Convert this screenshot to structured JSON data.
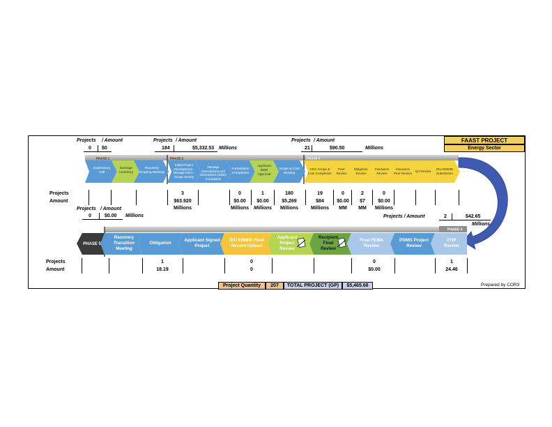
{
  "header": {
    "title": "FAAST PROJECT",
    "subtitle": "Energy Sector"
  },
  "top": {
    "g1": {
      "projects_label": "Projects",
      "amount_label": "/ Amount",
      "projects": "0",
      "amount": "$0"
    },
    "g2": {
      "projects_label": "Projects",
      "amount_label": "/ Amount",
      "projects": "184",
      "amount": "$5,332.53",
      "unit": "Millions"
    },
    "g3": {
      "projects_label": "Projects",
      "amount_label": "/ Amount",
      "projects": "21",
      "amount": "$90.50",
      "unit": "Millions"
    }
  },
  "phases": {
    "p1": "PHASE 1",
    "p2": "PHASE 2",
    "p3": "PHASE 3",
    "p4": "PHASE 4",
    "p5": "PHASE 5"
  },
  "row1_steps": {
    "s1": "Exploratory Call",
    "s2": "Damage Inventory",
    "s3": "Recovery Scoping Meeting",
    "s4": "Initial Project Development - Manage EEI's - Scope Survey",
    "s5": "Damage Descriptions and Dimensions (DDD) Completion",
    "s6": "Formulation Completion",
    "s7": "Applicant DDD Approval",
    "s8": "Scope & Cost Routing",
    "s9": "CRC Scope & Cost Completion",
    "s10": "Peer Review",
    "s11": "Mitigation Review",
    "s12": "Insurance Review",
    "s13": "Insurance Peer Review",
    "s14": "QA Review",
    "s15": "DIU EMMIE Submission"
  },
  "row1_labels": {
    "projects": "Projects",
    "amount": "Amount"
  },
  "row1_values": {
    "v1": {
      "projects": "3",
      "amount": "$63.920",
      "unit": "Millions"
    },
    "v2": {
      "projects": "0",
      "amount": "$0.00",
      "unit": "Millions"
    },
    "v3": {
      "projects": "1",
      "amount": "$0.00",
      "unit": "Millions"
    },
    "v4": {
      "projects": "180",
      "amount": "$5,269",
      "unit": "Millions"
    },
    "v5": {
      "projects": "19",
      "amount": "$84",
      "unit": "Millions"
    },
    "v6": {
      "projects": "0",
      "amount": "$0.00",
      "unit": "MM"
    },
    "v7": {
      "projects": "2",
      "amount": "$7",
      "unit": "MM"
    },
    "v8": {
      "projects": "0",
      "amount": "$0.00",
      "unit": "Millions"
    }
  },
  "mid": {
    "left": {
      "projects_label": "Projects",
      "amount_label": "/ Amount",
      "projects": "0",
      "amount": "$0.00",
      "unit": "Millions"
    },
    "right": {
      "label": "Projects / Amount",
      "projects": "2",
      "amount": "$42.65",
      "unit": "Millions"
    }
  },
  "row2_steps": {
    "s1": "Recovery Transition Meeting",
    "s2": "Obligation",
    "s3": "Applicant Signed Project",
    "s4": "DIU EMMIE Final Record Upload",
    "s5": "Applicant Project Review",
    "s6": "Recipient Final Review",
    "s7": "Final FEMA Review",
    "s8": "PDMG Project Review",
    "s9": "EHP Review"
  },
  "row2_labels": {
    "projects": "Projects",
    "amount": "Amount"
  },
  "row2_values": {
    "v1": {
      "projects": "1",
      "amount": "18.19"
    },
    "v2": {
      "projects": "0",
      "amount": "0"
    },
    "v3": {
      "projects": "0",
      "amount": "$0.00"
    },
    "v4": {
      "projects": "1",
      "amount": "24.46"
    }
  },
  "footer": {
    "qty_label": "Project Quantity",
    "qty_value": "207",
    "total_label": "TOTAL PROJECT (GP)",
    "total_value": "$5,465.68",
    "prepared_by": "Prepared by COR3"
  },
  "colors": {
    "blue": "#5b9bd5",
    "green": "#b4d452",
    "yellow": "#f5d33c",
    "dark_green": "#6aa444",
    "gray_band": "#b0b0b0",
    "header_fill": "#f2cf60",
    "qty_fill": "#f0c08a",
    "total_fill": "#c9d3e8"
  }
}
